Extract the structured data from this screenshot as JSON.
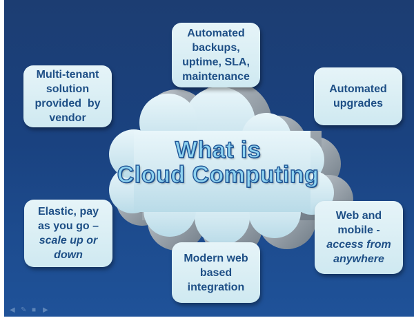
{
  "title": {
    "lines": [
      "What is",
      "Cloud Computing"
    ]
  },
  "boxes": {
    "backups": {
      "lines": [
        "Automated",
        "backups,",
        "uptime, SLA,",
        "maintenance"
      ]
    },
    "multitenant": {
      "lines": [
        "Multi-tenant",
        "solution",
        "provided  by",
        "vendor"
      ]
    },
    "upgrades": {
      "lines": [
        "Automated",
        "upgrades"
      ]
    },
    "elastic": {
      "lines": [
        "Elastic, pay",
        "as you go –"
      ],
      "italic_lines": [
        "scale up or",
        "down"
      ]
    },
    "integration": {
      "lines": [
        "Modern web",
        "based",
        "integration"
      ]
    },
    "mobile": {
      "lines": [
        "Web and",
        "mobile -"
      ],
      "italic_lines": [
        "access from",
        "anywhere"
      ]
    }
  },
  "colors": {
    "background_top": "#1c3d72",
    "background_bottom": "#1f5299",
    "box_fill": "#dff1f6",
    "box_text": "#1e4f86",
    "cloud_fill": "#d7ecf4",
    "cloud_side": "#9aa6b0",
    "title_fill": "#8fd3f0",
    "title_stroke": "#1f5596"
  },
  "icons": [
    "back-arrow-icon",
    "pen-icon",
    "slide-menu-icon",
    "forward-arrow-icon"
  ]
}
